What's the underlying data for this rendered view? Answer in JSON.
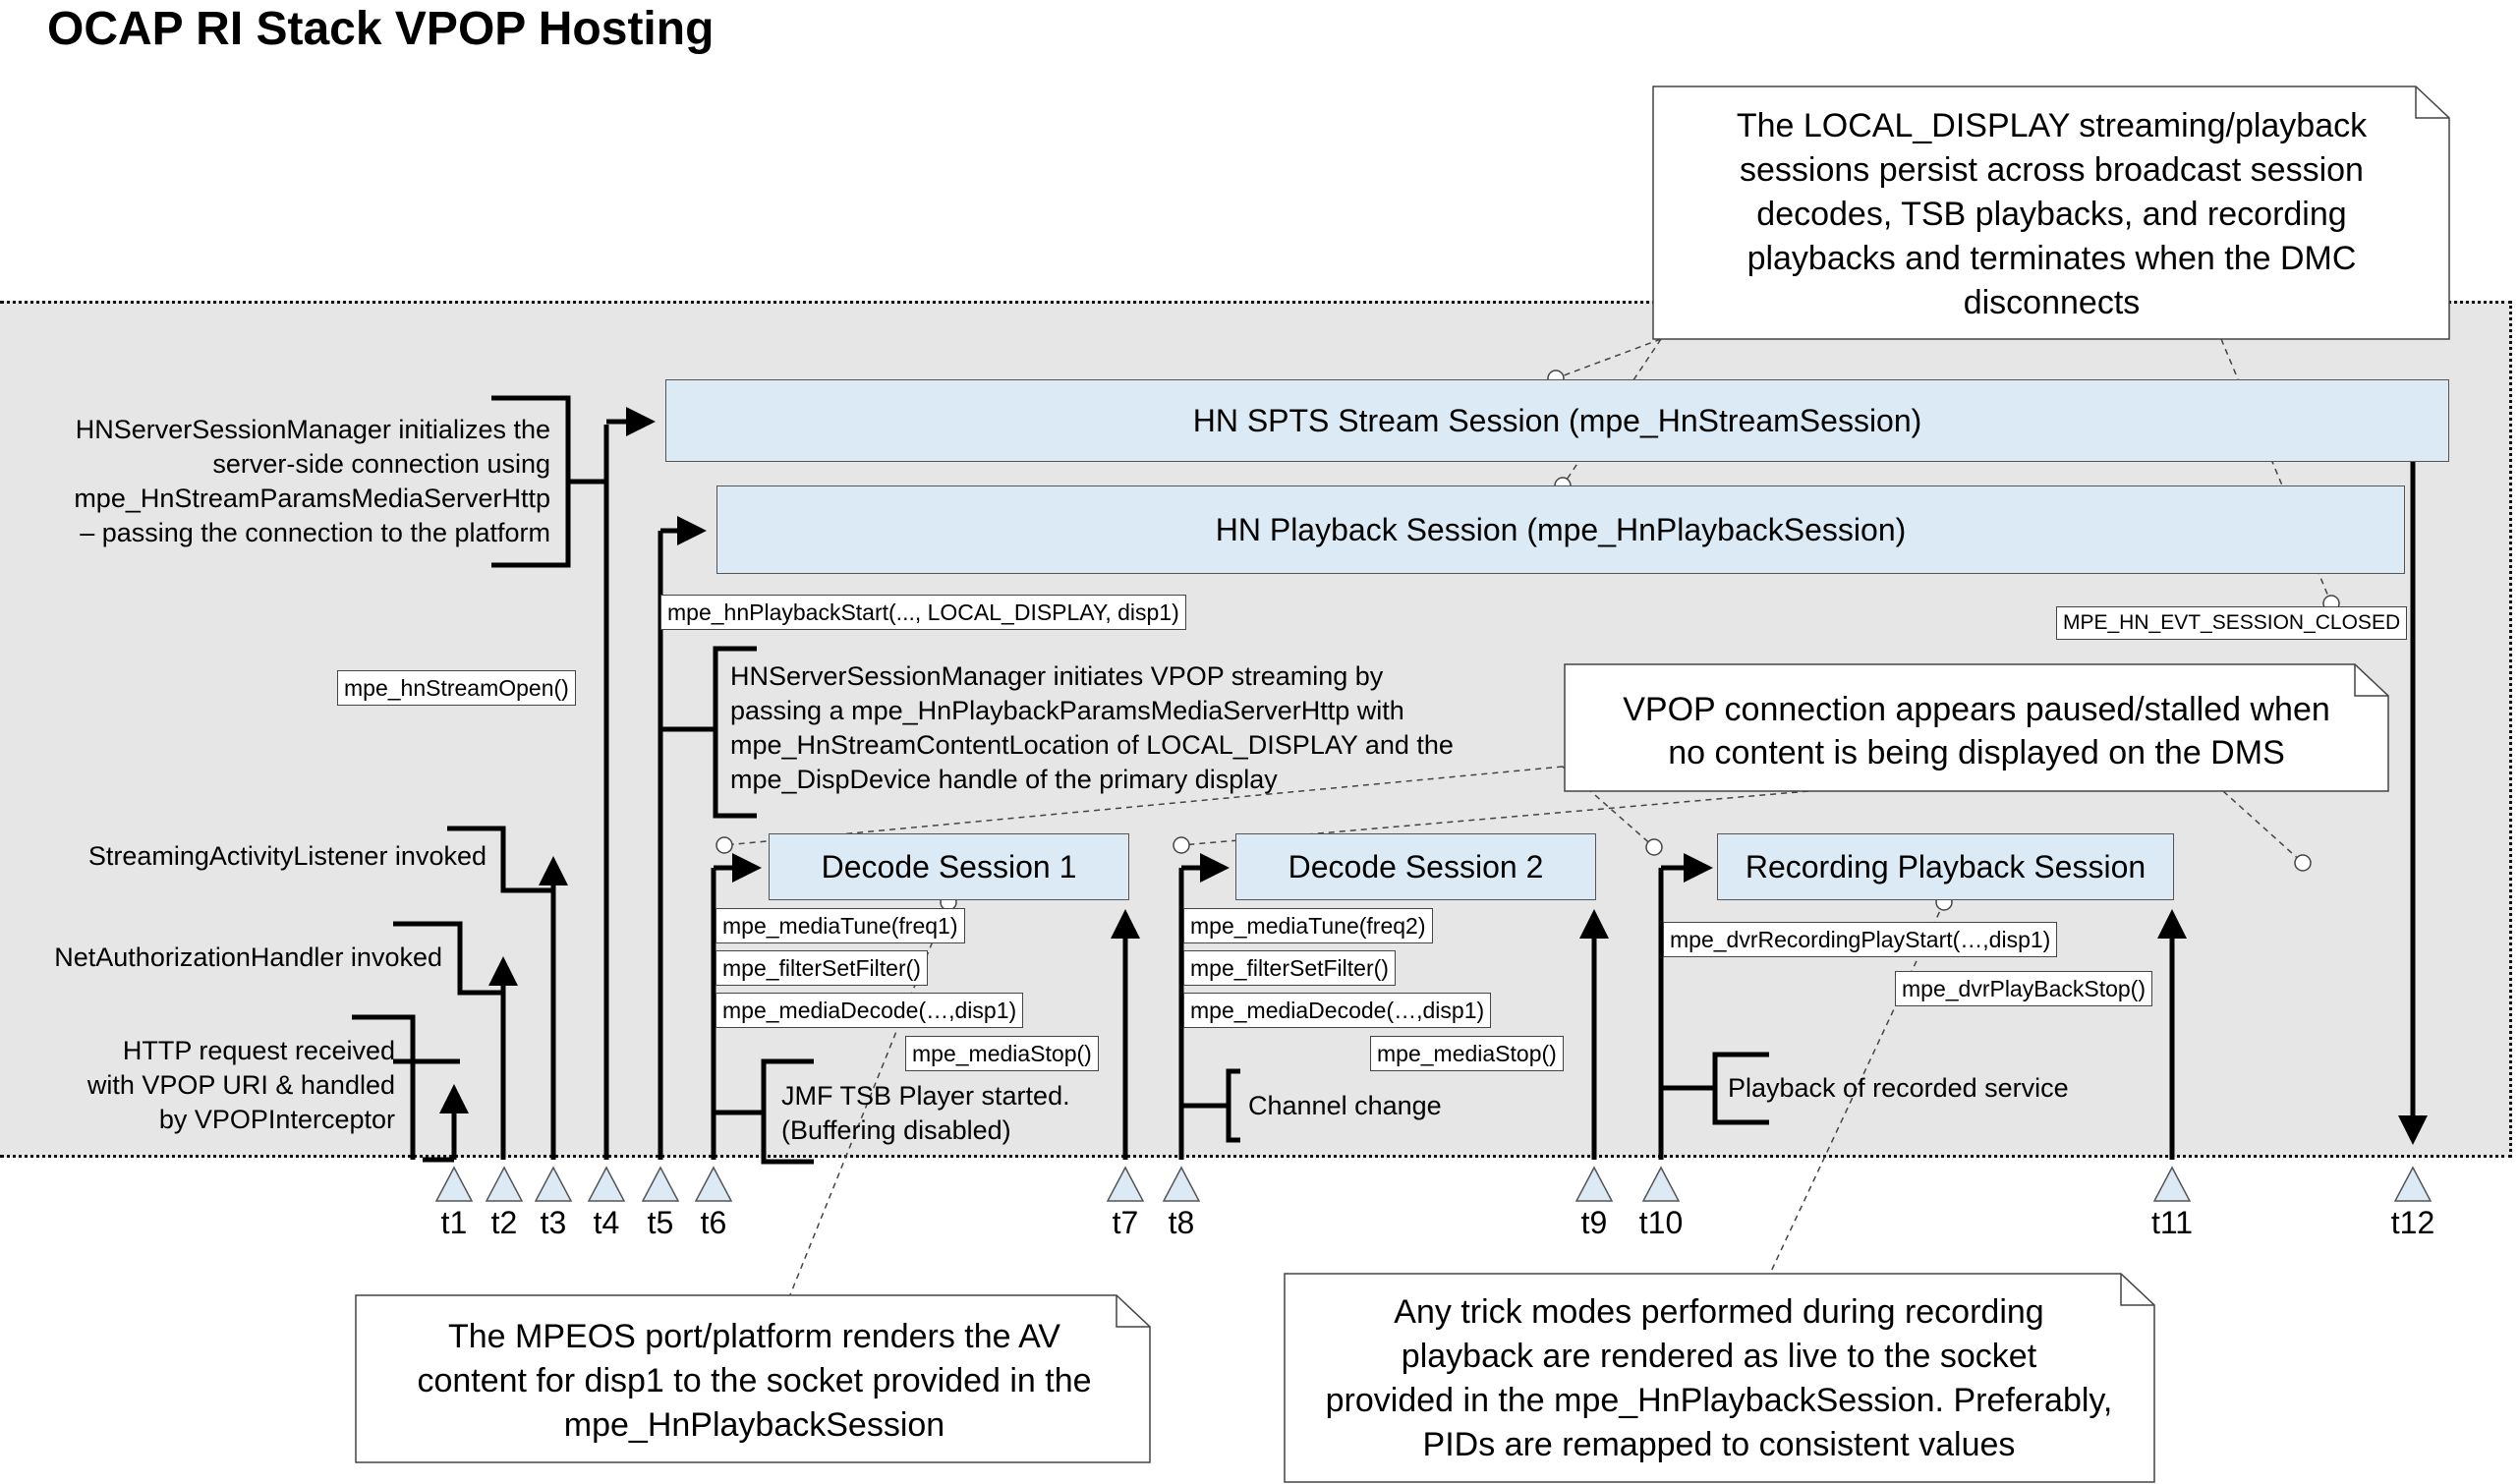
{
  "title": "OCAP RI Stack VPOP Hosting",
  "sessions": {
    "stream": "HN SPTS Stream Session (mpe_HnStreamSession)",
    "playback": "HN Playback Session (mpe_HnPlaybackSession)",
    "decode1": "Decode Session 1",
    "decode2": "Decode Session 2",
    "recording": "Recording Playback Session"
  },
  "calls": {
    "stream_open": "mpe_hnStreamOpen()",
    "playback_start": "mpe_hnPlaybackStart(..., LOCAL_DISPLAY, disp1)",
    "session_closed": "MPE_HN_EVT_SESSION_CLOSED",
    "tune1": "mpe_mediaTune(freq1)",
    "filter1": "mpe_filterSetFilter()",
    "decode1": "mpe_mediaDecode(…,disp1)",
    "stop1": "mpe_mediaStop()",
    "tune2": "mpe_mediaTune(freq2)",
    "filter2": "mpe_filterSetFilter()",
    "decode2": "mpe_mediaDecode(…,disp1)",
    "stop2": "mpe_mediaStop()",
    "rec_start": "mpe_dvrRecordingPlayStart(…,disp1)",
    "rec_stop": "mpe_dvrPlayBackStop()"
  },
  "notes": {
    "server_init": [
      "HNServerSessionManager initializes the",
      "server-side connection using",
      "mpe_HnStreamParamsMediaServerHttp",
      "– passing the connection to the platform"
    ],
    "vpop_init": [
      "HNServerSessionManager initiates VPOP streaming by",
      "passing a mpe_HnPlaybackParamsMediaServerHttp with",
      "mpe_HnStreamContentLocation of LOCAL_DISPLAY and the",
      "mpe_DispDevice handle of the primary display"
    ],
    "streaming_listener": "StreamingActivityListener invoked",
    "net_auth": "NetAuthorizationHandler invoked",
    "http_request": [
      "HTTP request received",
      "with VPOP URI & handled",
      "by VPOPInterceptor"
    ],
    "jmf": [
      "JMF TSB Player started.",
      "(Buffering disabled)"
    ],
    "channel_change": "Channel change",
    "playback_recorded": "Playback of recorded service"
  },
  "callouts": {
    "local_display": [
      "The LOCAL_DISPLAY streaming/playback",
      "sessions persist across broadcast session",
      "decodes, TSB playbacks, and recording",
      "playbacks and terminates when the DMC",
      "disconnects"
    ],
    "vpop_paused": [
      "VPOP connection appears paused/stalled when",
      "no content is being displayed on the DMS"
    ],
    "mpeos": [
      "The MPEOS port/platform renders the AV",
      "content for disp1 to the socket provided in the",
      "mpe_HnPlaybackSession"
    ],
    "trick": [
      "Any trick modes performed during recording",
      "playback are rendered as live to the socket",
      "provided in the mpe_HnPlaybackSession. Preferably,",
      "PIDs are remapped to consistent values"
    ]
  },
  "timeline": [
    "t1",
    "t2",
    "t3",
    "t4",
    "t5",
    "t6",
    "t7",
    "t8",
    "t9",
    "t10",
    "t11",
    "t12"
  ]
}
